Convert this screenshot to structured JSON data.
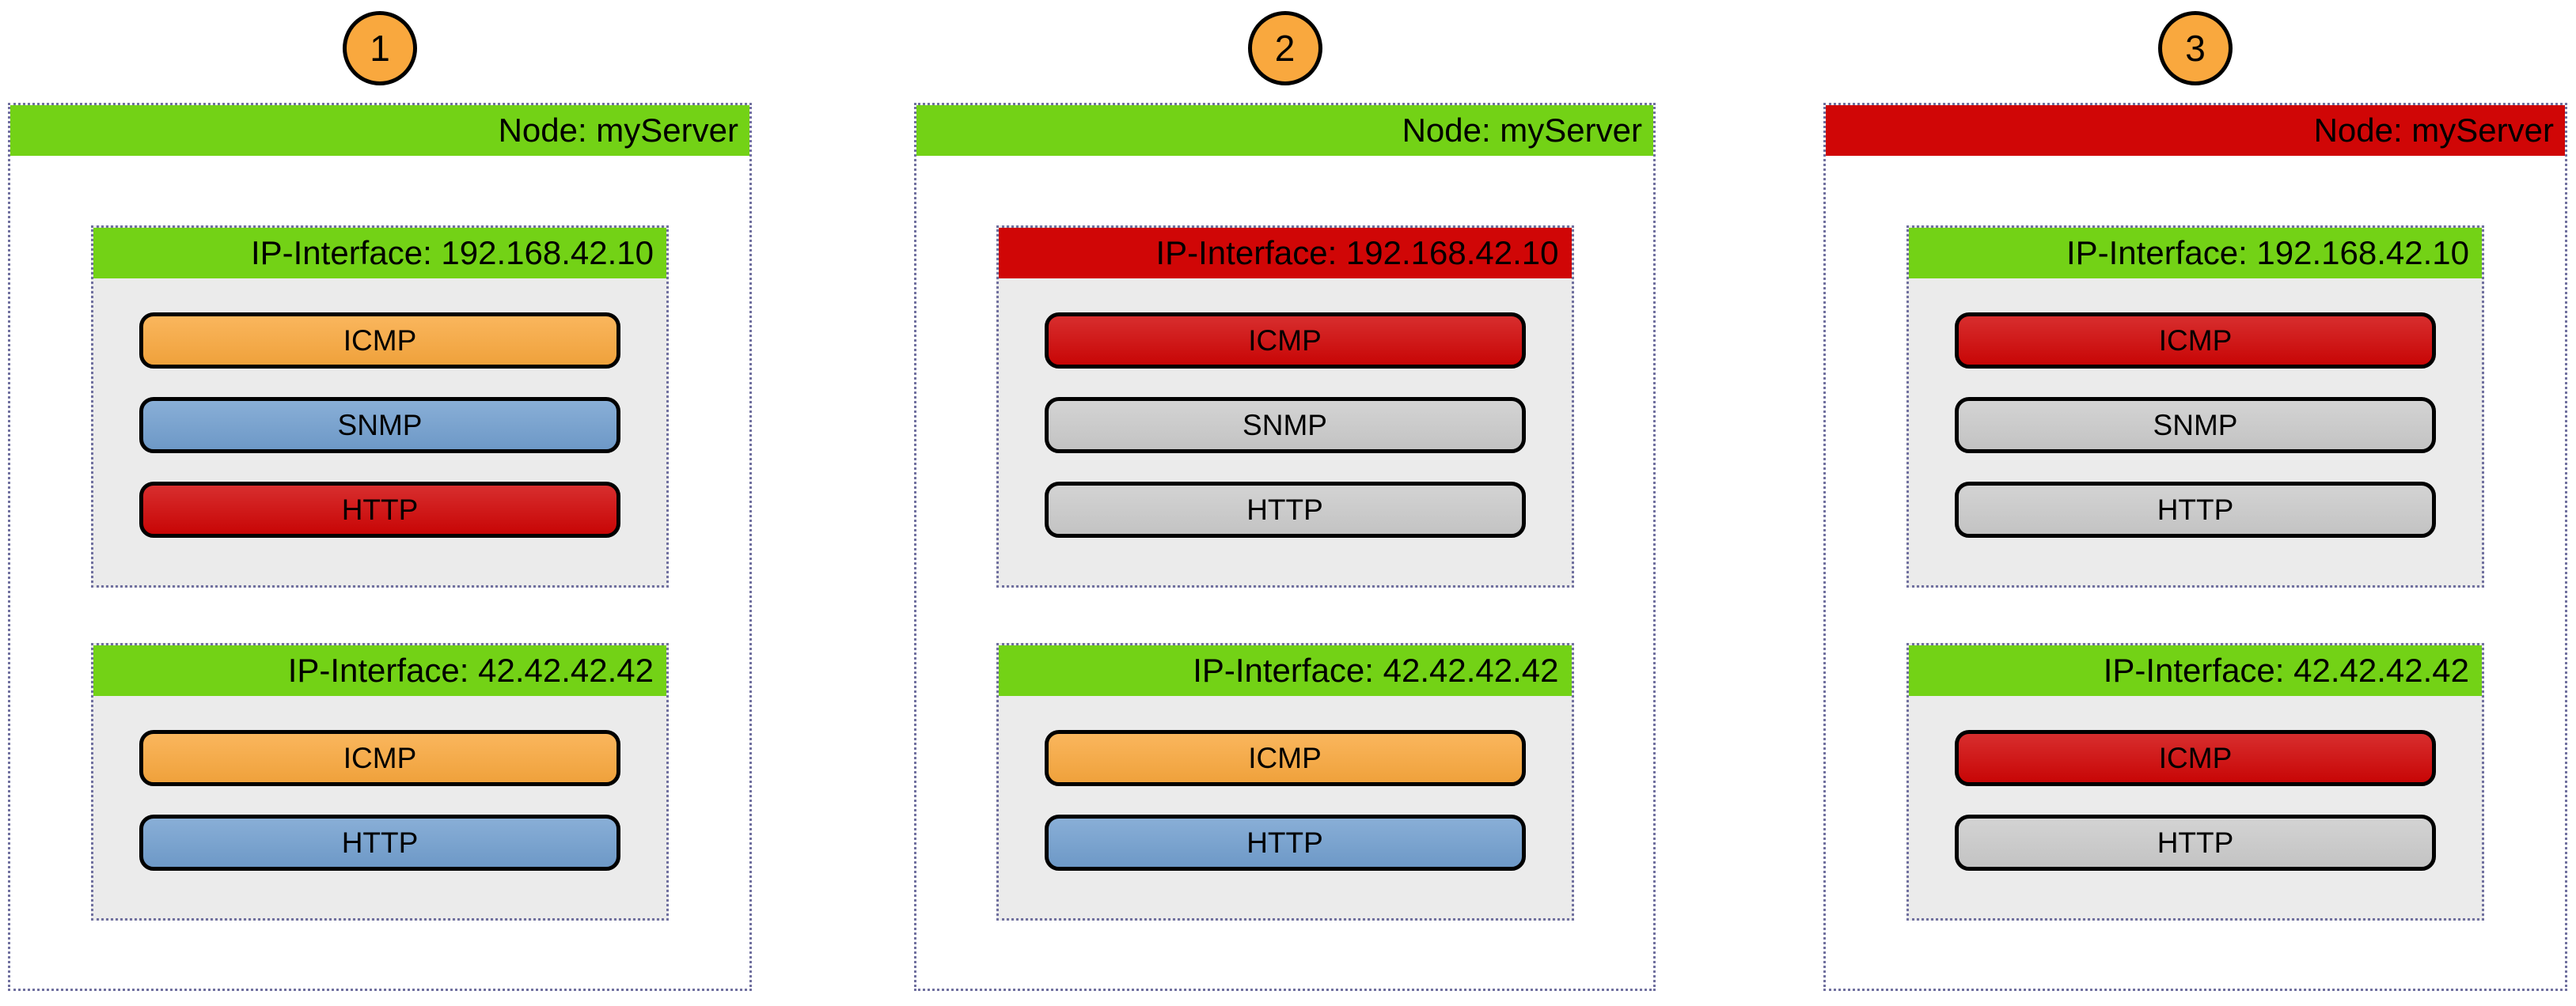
{
  "palette": {
    "green": "#73d216",
    "red": "#d00606",
    "orange": "#f9a83e",
    "blue": "#729fcf",
    "gray": "#cbcbcb"
  },
  "panels": [
    {
      "badge": "1",
      "node": {
        "label": "Node: myServer",
        "color": "green"
      },
      "interfaces": [
        {
          "label": "IP-Interface: 192.168.42.10",
          "color": "green",
          "services": [
            {
              "label": "ICMP",
              "color": "orange"
            },
            {
              "label": "SNMP",
              "color": "blue"
            },
            {
              "label": "HTTP",
              "color": "red"
            }
          ]
        },
        {
          "label": "IP-Interface: 42.42.42.42",
          "color": "green",
          "services": [
            {
              "label": "ICMP",
              "color": "orange"
            },
            {
              "label": "HTTP",
              "color": "blue"
            }
          ]
        }
      ]
    },
    {
      "badge": "2",
      "node": {
        "label": "Node: myServer",
        "color": "green"
      },
      "interfaces": [
        {
          "label": "IP-Interface: 192.168.42.10",
          "color": "red",
          "services": [
            {
              "label": "ICMP",
              "color": "red"
            },
            {
              "label": "SNMP",
              "color": "gray"
            },
            {
              "label": "HTTP",
              "color": "gray"
            }
          ]
        },
        {
          "label": "IP-Interface: 42.42.42.42",
          "color": "green",
          "services": [
            {
              "label": "ICMP",
              "color": "orange"
            },
            {
              "label": "HTTP",
              "color": "blue"
            }
          ]
        }
      ]
    },
    {
      "badge": "3",
      "node": {
        "label": "Node: myServer",
        "color": "red"
      },
      "interfaces": [
        {
          "label": "IP-Interface: 192.168.42.10",
          "color": "green",
          "services": [
            {
              "label": "ICMP",
              "color": "red"
            },
            {
              "label": "SNMP",
              "color": "gray"
            },
            {
              "label": "HTTP",
              "color": "gray"
            }
          ]
        },
        {
          "label": "IP-Interface: 42.42.42.42",
          "color": "green",
          "services": [
            {
              "label": "ICMP",
              "color": "red"
            },
            {
              "label": "HTTP",
              "color": "gray"
            }
          ]
        }
      ]
    }
  ]
}
